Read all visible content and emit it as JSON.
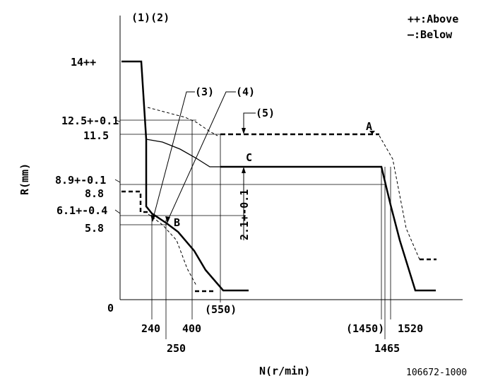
{
  "labels": {
    "top_marks": "(1)(2)",
    "legend_above": "++:Above",
    "legend_below": "—:Below",
    "y_axis": "R(mm)",
    "x_axis": "N(r/min)",
    "figure_id": "106672-1000",
    "origin": "0"
  },
  "y_ticks": [
    "14++",
    "12.5+-0.1",
    "11.5",
    "8.9+-0.1",
    "8.8",
    "6.1+-0.4",
    "5.8"
  ],
  "x_ticks": [
    "240",
    "250",
    "400",
    "(550)",
    "(1450)",
    "1465",
    "1520"
  ],
  "callouts": [
    "(3)",
    "(4)",
    "(5)"
  ],
  "points": [
    "A",
    "B",
    "C"
  ],
  "dimension": "2.1+-0.1"
}
